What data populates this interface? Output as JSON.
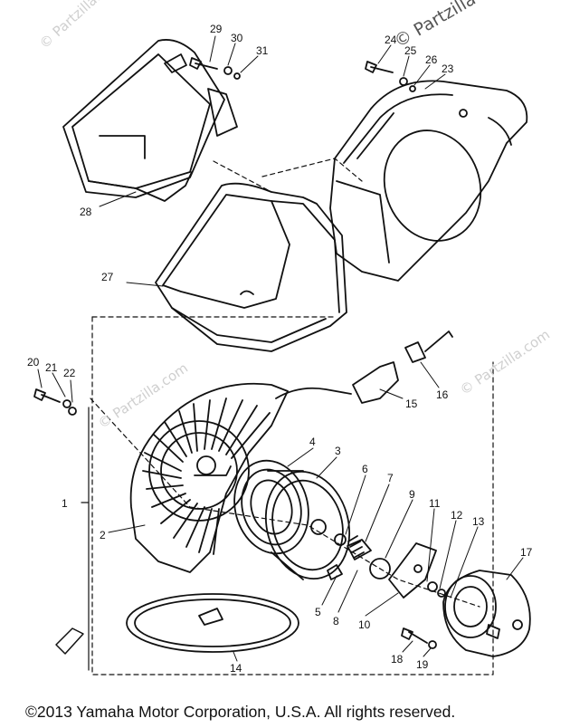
{
  "watermark": "© Partzilla.com",
  "watermark_header": "© Partzilla",
  "copyright": "©2013  Yamaha Motor Corporation, U.S.A. All rights reserved.",
  "callouts": [
    "1",
    "2",
    "3",
    "4",
    "5",
    "6",
    "7",
    "8",
    "9",
    "10",
    "11",
    "12",
    "13",
    "14",
    "15",
    "16",
    "17",
    "18",
    "19",
    "20",
    "21",
    "22",
    "23",
    "24",
    "25",
    "26",
    "27",
    "28",
    "29",
    "30",
    "31"
  ]
}
